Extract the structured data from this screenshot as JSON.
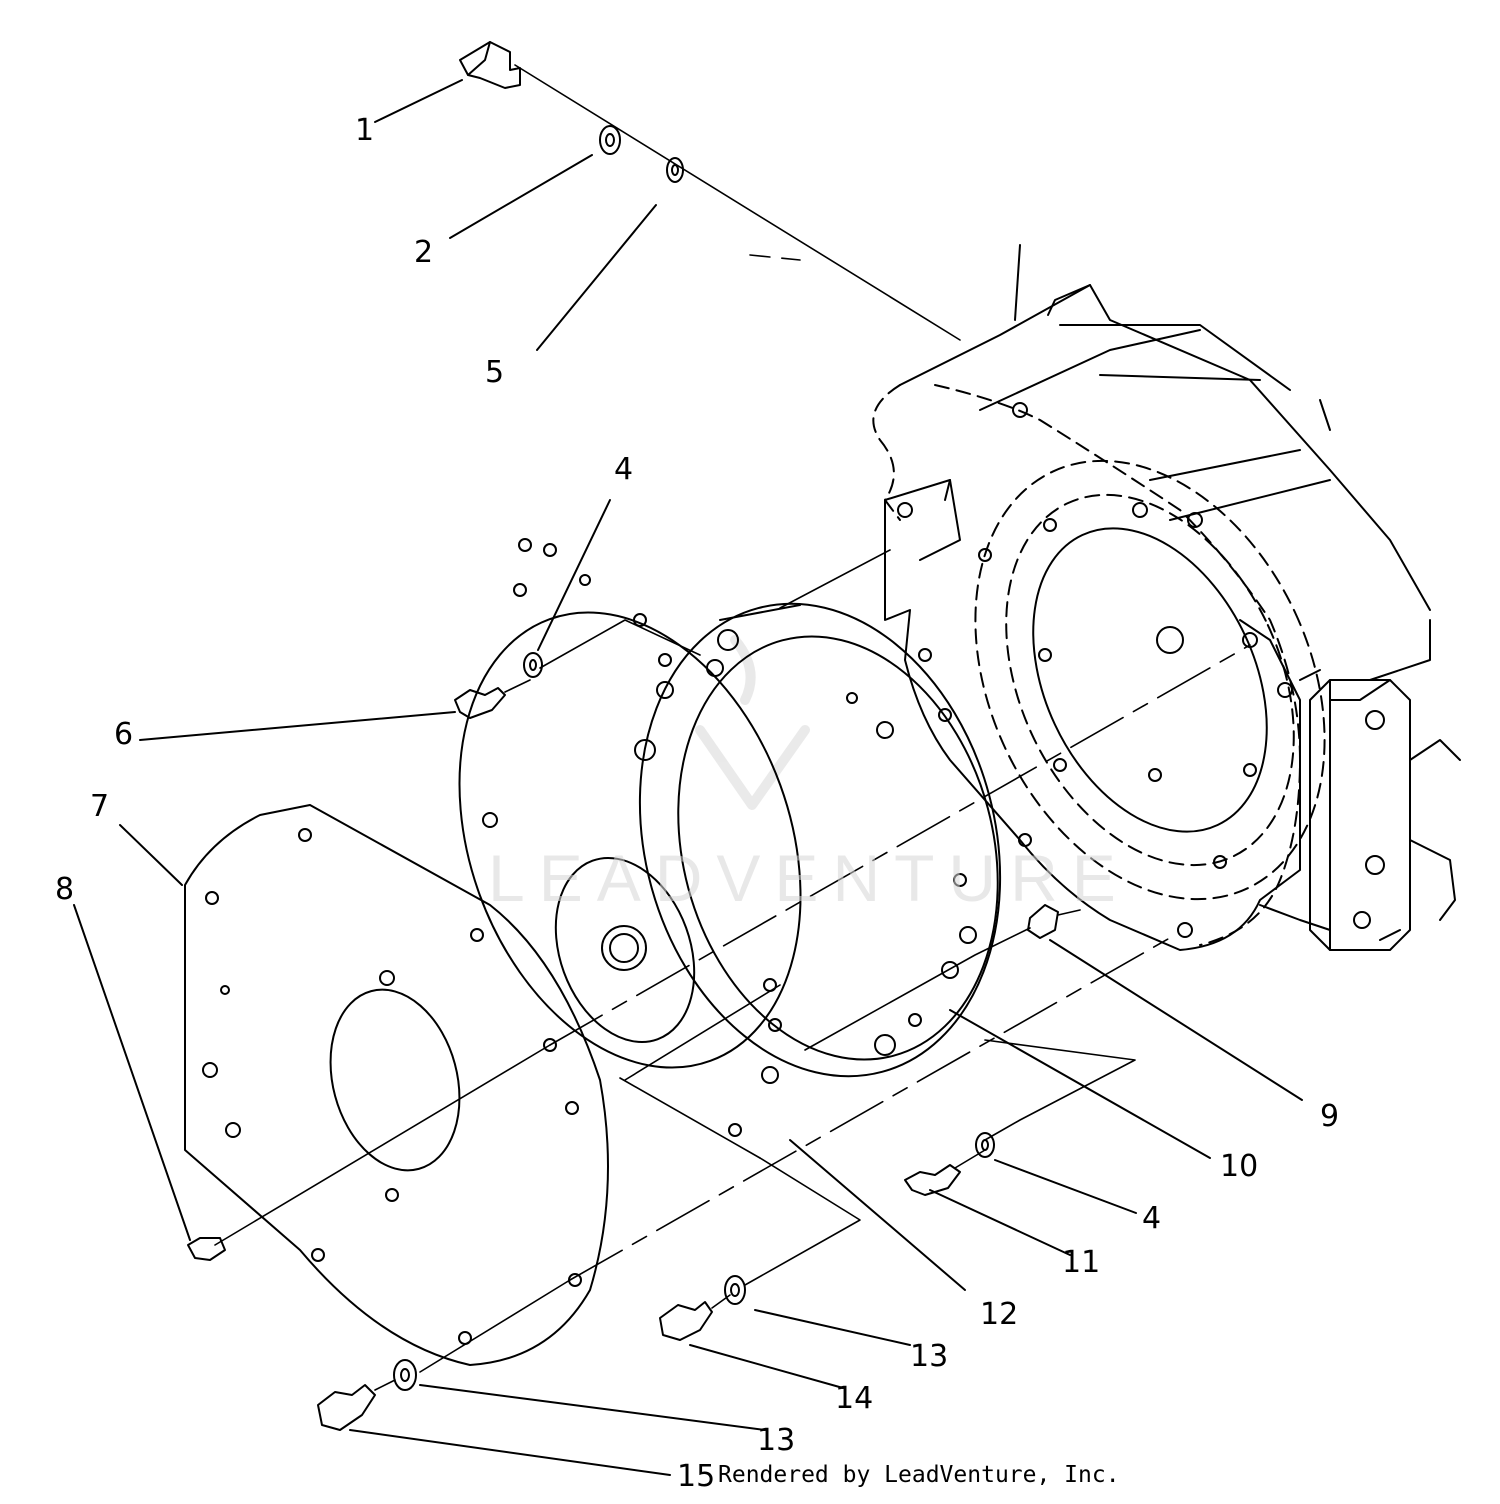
{
  "watermark": {
    "text": "LEADVENTURE"
  },
  "footer": {
    "text": "Rendered by LeadVenture, Inc."
  },
  "callouts": [
    {
      "id": "c1",
      "text": "1"
    },
    {
      "id": "c2",
      "text": "2"
    },
    {
      "id": "c5",
      "text": "5"
    },
    {
      "id": "c4a",
      "text": "4"
    },
    {
      "id": "c6",
      "text": "6"
    },
    {
      "id": "c7",
      "text": "7"
    },
    {
      "id": "c8",
      "text": "8"
    },
    {
      "id": "c9",
      "text": "9"
    },
    {
      "id": "c10",
      "text": "10"
    },
    {
      "id": "c4b",
      "text": "4"
    },
    {
      "id": "c11",
      "text": "11"
    },
    {
      "id": "c12",
      "text": "12"
    },
    {
      "id": "c13a",
      "text": "13"
    },
    {
      "id": "c14",
      "text": "14"
    },
    {
      "id": "c13b",
      "text": "13"
    },
    {
      "id": "c15",
      "text": "15"
    }
  ]
}
